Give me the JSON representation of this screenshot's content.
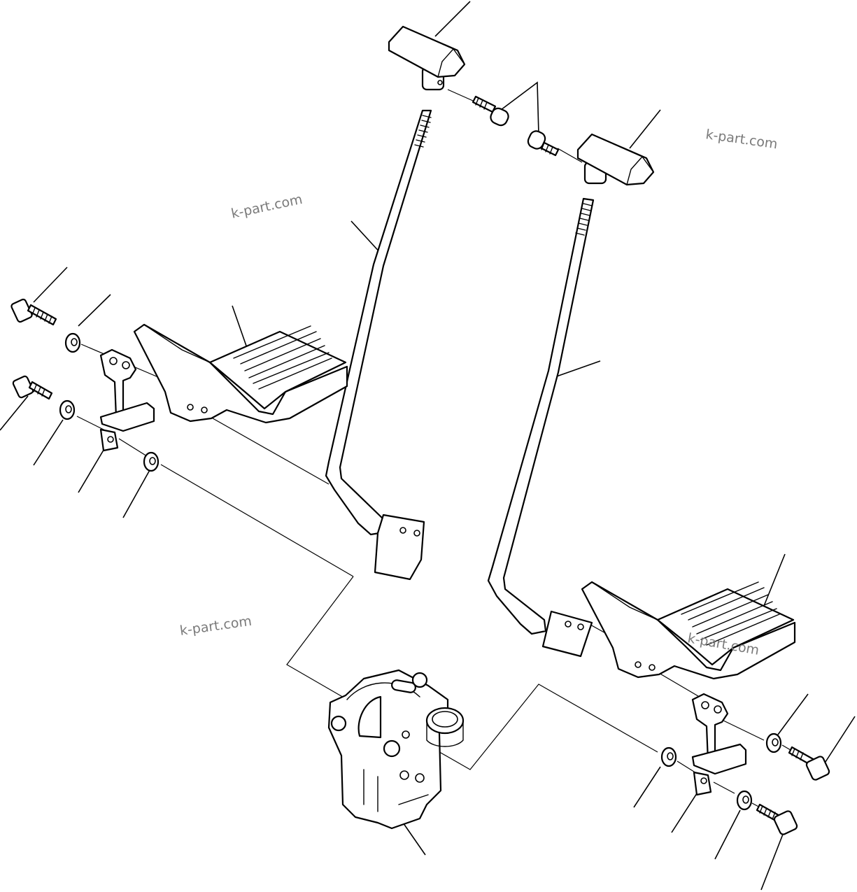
{
  "watermarks": [
    {
      "id": "wm-top-right",
      "text": "k-part.com"
    },
    {
      "id": "wm-mid-left",
      "text": "k-part.com"
    },
    {
      "id": "wm-lower-left",
      "text": "k-part.com"
    },
    {
      "id": "wm-right-pedal",
      "text": "k-part.com"
    }
  ],
  "colors": {
    "line": "#000000",
    "background": "#ffffff",
    "watermark": "#7a7a7a"
  },
  "parts": [
    "left-knob",
    "right-knob",
    "left-cap-screw",
    "right-cap-screw",
    "left-rod",
    "right-rod",
    "left-pedal",
    "right-pedal",
    "left-bracket",
    "right-bracket",
    "valve-body",
    "left-bolts",
    "right-bolts",
    "left-washers",
    "right-washers"
  ]
}
